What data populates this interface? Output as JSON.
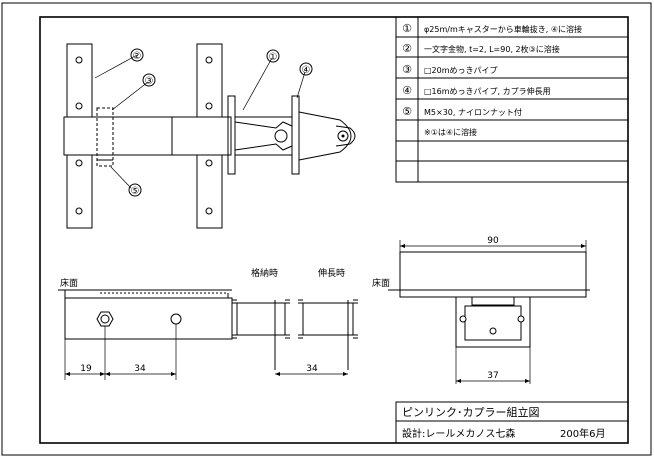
{
  "parts_table": {
    "rows": [
      {
        "num": "①",
        "desc": "φ25m/mキャスターから車輪抜き, ④に溶接"
      },
      {
        "num": "②",
        "desc": "一文字金物, t=2, L=90, 2枚③に溶接"
      },
      {
        "num": "③",
        "desc": "□20mめっきパイプ"
      },
      {
        "num": "④",
        "desc": "□16mめっきパイプ, カプラ伸長用"
      },
      {
        "num": "⑤",
        "desc": "M5×30, ナイロンナット付"
      },
      {
        "num": "",
        "desc": "※①は④に溶接"
      },
      {
        "num": "",
        "desc": ""
      },
      {
        "num": "",
        "desc": ""
      }
    ]
  },
  "callouts": {
    "c1": "①",
    "c2": "②",
    "c3": "③",
    "c4": "④",
    "c5": "⑤"
  },
  "side_view": {
    "floor_label": "床面",
    "stored_label": "格納時",
    "extended_label": "伸長時",
    "dim_19": "19",
    "dim_34": "34",
    "dim_34_ext": "34"
  },
  "end_view": {
    "floor_label": "床面",
    "dim_90": "90",
    "dim_37": "37"
  },
  "title_block": {
    "title": "ピンリンク･カプラー組立図",
    "designer": "設計:レールメカノス七森",
    "date": "200年6月"
  }
}
